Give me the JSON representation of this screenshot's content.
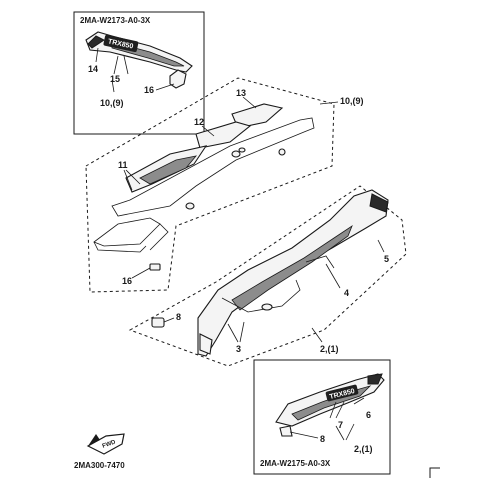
{
  "diagram": {
    "top_inset": {
      "part_number": "2MA-W2173-A0-3X",
      "callouts": [
        "14",
        "15",
        "16",
        "10,(9)"
      ],
      "decal_text": "TRX850"
    },
    "upper_assembly": {
      "callouts": [
        "13",
        "12",
        "11",
        "16",
        "10,(9)"
      ]
    },
    "lower_assembly": {
      "callouts": [
        "5",
        "4",
        "8",
        "3",
        "2,(1)"
      ]
    },
    "bottom_inset": {
      "part_number": "2MA-W2175-A0-3X",
      "callouts": [
        "7",
        "6",
        "8",
        "2,(1)"
      ],
      "decal_text": "TRX850"
    },
    "front_arrow": "FWD",
    "drawing_number": "2MA300-7470"
  }
}
